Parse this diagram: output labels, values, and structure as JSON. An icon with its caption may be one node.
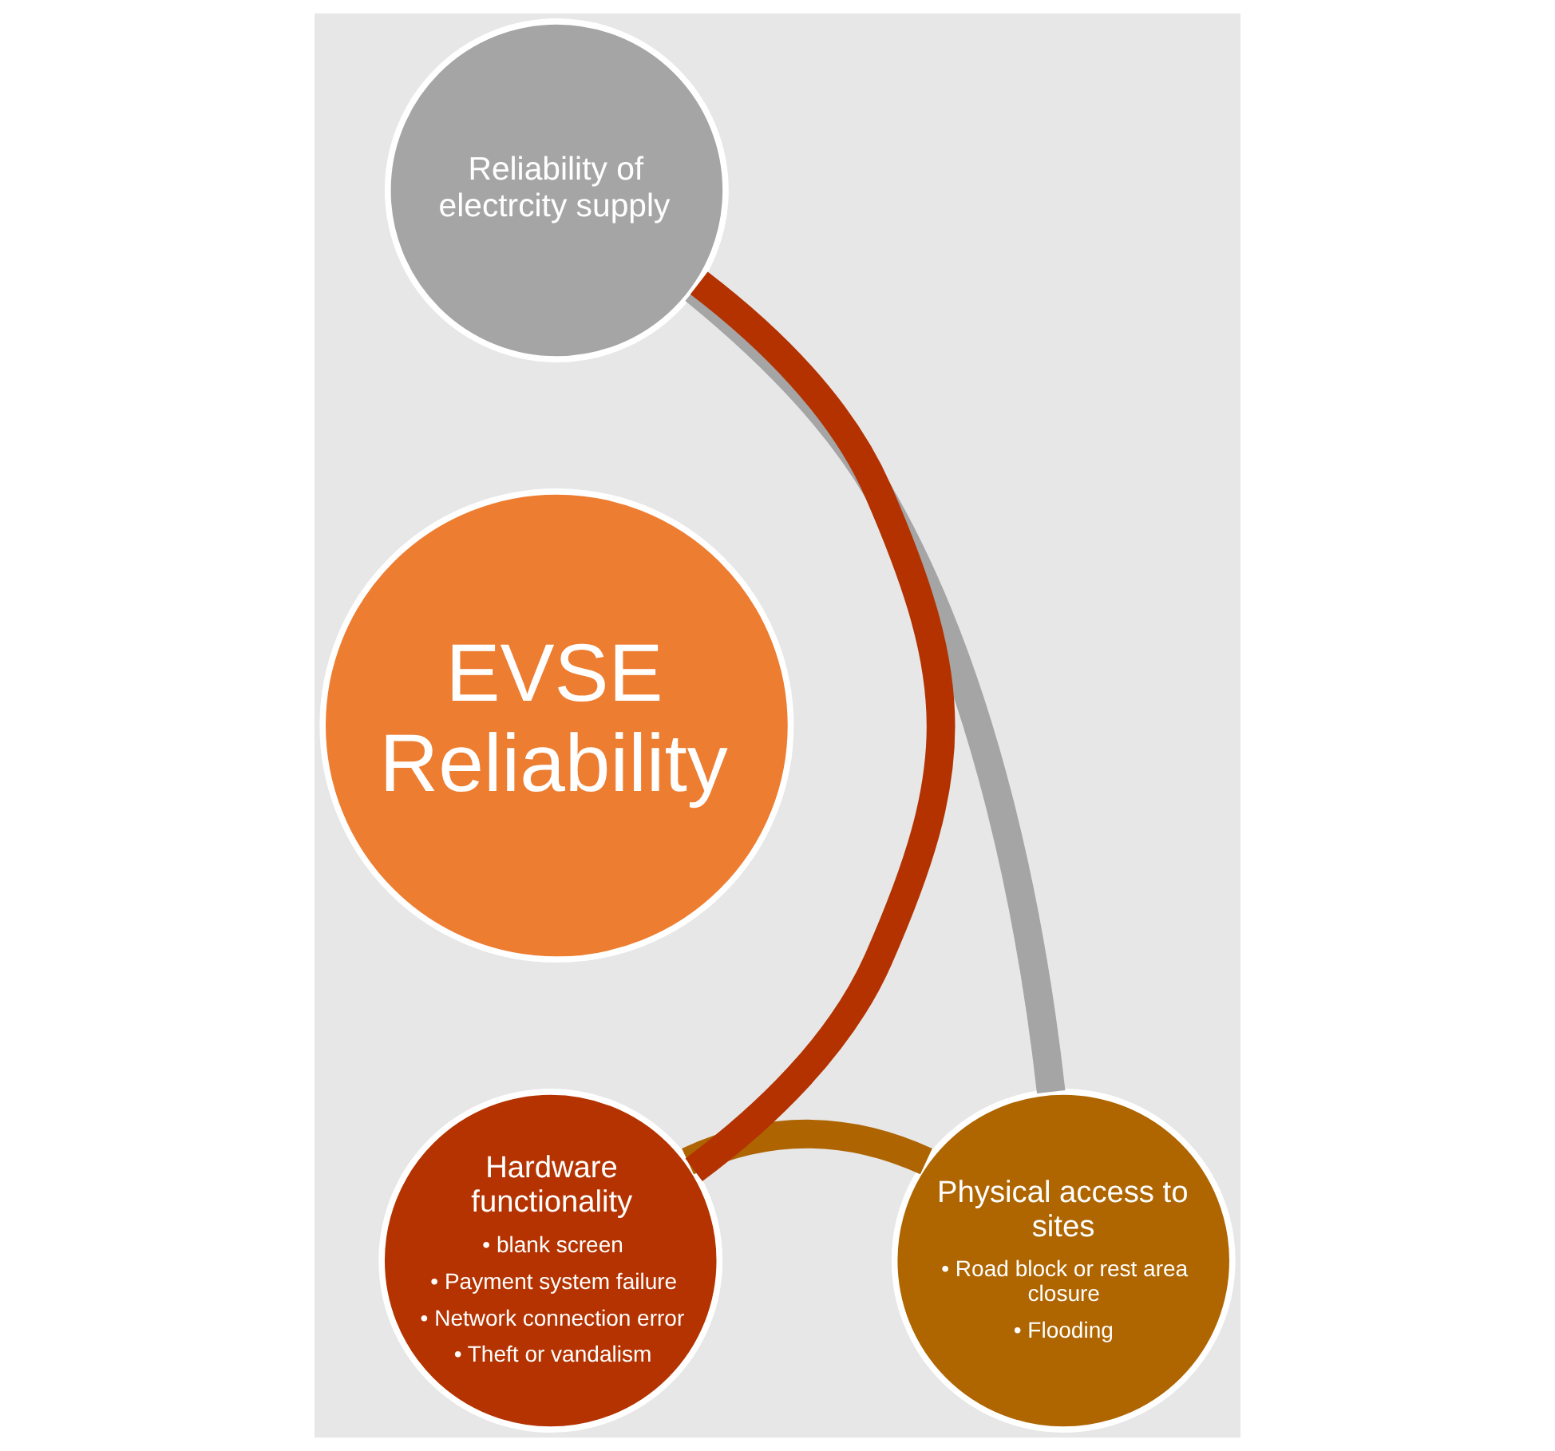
{
  "diagram": {
    "nodes": [
      {
        "text": [
          "EVSE Reliability"
        ]
      },
      {
        "text": [
          "Reliability of electrcity supply"
        ]
      },
      {
        "text": [
          "Physical access to sites",
          "• Road block or rest area closure",
          "• Flooding"
        ]
      },
      {
        "text": [
          "Hardware functionality",
          "• blank screen",
          "• Payment system failure",
          "• Network connection error",
          "• Theft or vandalism"
        ]
      }
    ],
    "edges": [
      {
        "from": 1,
        "to": 2,
        "arrow": "none",
        "color": "#a5a5a5"
      },
      {
        "from": 2,
        "to": 3,
        "arrow": "none",
        "color": "#ae6400"
      },
      {
        "from": 3,
        "to": 1,
        "arrow": "none",
        "color": "#b33200"
      }
    ]
  }
}
